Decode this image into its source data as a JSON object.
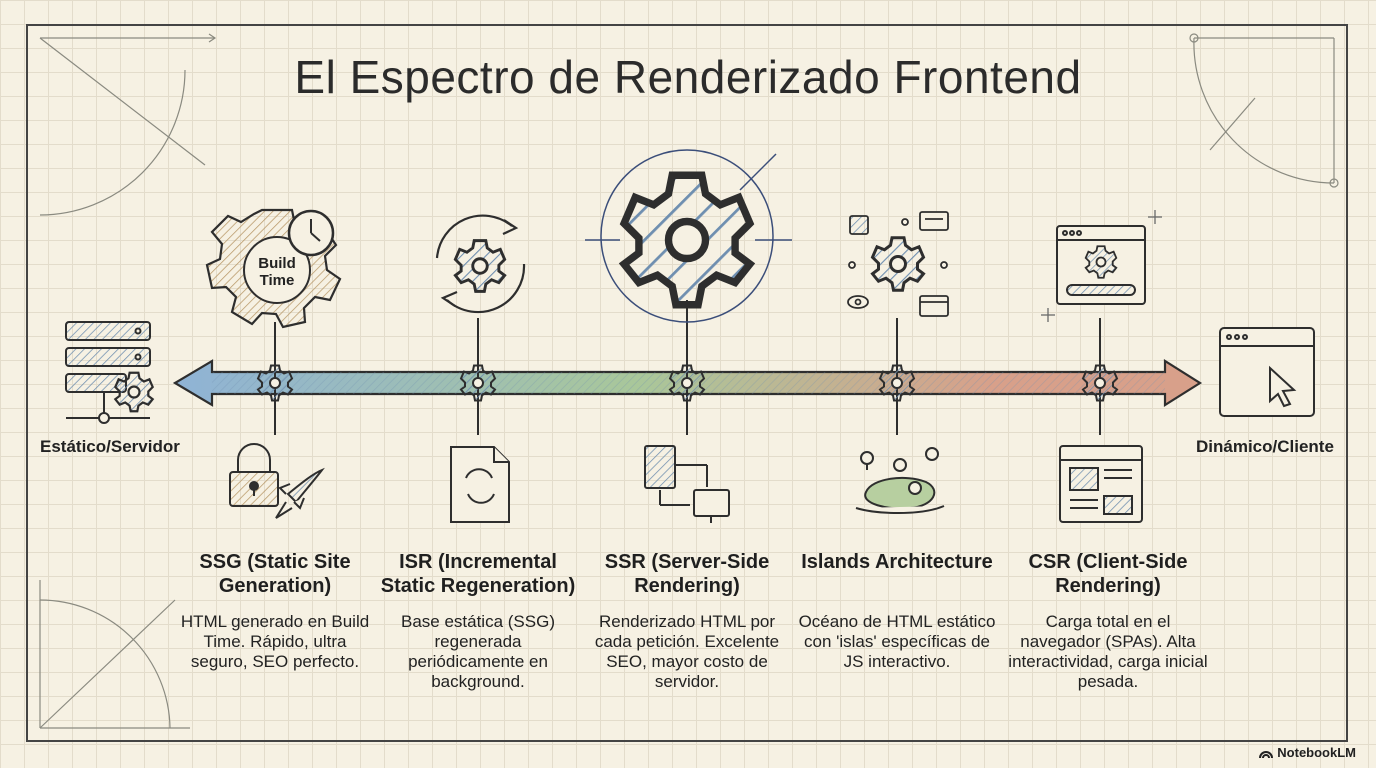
{
  "title": "El Espectro de Renderizado Frontend",
  "spectrum": {
    "left_label": "Estático/Servidor",
    "right_label": "Dinámico/Cliente"
  },
  "icons": {
    "ssg_gear_text": "Build Time"
  },
  "stages": [
    {
      "id": "ssg",
      "heading": "SSG (Static Site Generation)",
      "description": "HTML generado en Build Time. Rápido, ultra seguro, SEO perfecto."
    },
    {
      "id": "isr",
      "heading": "ISR (Incremental Static Regeneration)",
      "description": "Base estática (SSG) regenerada periódicamente en background."
    },
    {
      "id": "ssr",
      "heading": "SSR (Server-Side Rendering)",
      "description": "Renderizado HTML por cada petición. Excelente SEO, mayor costo de servidor."
    },
    {
      "id": "islands",
      "heading": "Islands Architecture",
      "description": "Océano de HTML estático con 'islas' específicas de JS interactivo."
    },
    {
      "id": "csr",
      "heading": "CSR (Client-Side Rendering)",
      "description": "Carga total en el navegador (SPAs). Alta interactividad, carga inicial pesada."
    }
  ],
  "brand": "NotebookLM",
  "colors": {
    "arrow_blue": "#8fb3d6",
    "arrow_green": "#a9c79a",
    "arrow_red": "#d8a08a",
    "stroke": "#2e2e2e"
  }
}
